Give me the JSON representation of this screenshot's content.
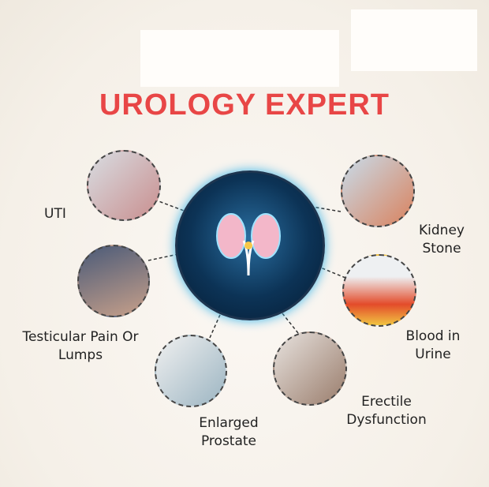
{
  "title": "UROLOGY EXPERT",
  "items": [
    {
      "label": "UTI",
      "icon": "uterus-model-icon"
    },
    {
      "label": "Kidney Stone",
      "icon": "kidney-model-icon"
    },
    {
      "label": "Testicular Pain Or Lumps",
      "icon": "groin-pain-icon"
    },
    {
      "label": "Blood in Urine",
      "icon": "urine-samples-icon"
    },
    {
      "label": "Enlarged Prostate",
      "icon": "moustache-ribbon-icon"
    },
    {
      "label": "Erectile Dysfunction",
      "icon": "couple-icon"
    }
  ],
  "colors": {
    "title": "#e84646"
  }
}
